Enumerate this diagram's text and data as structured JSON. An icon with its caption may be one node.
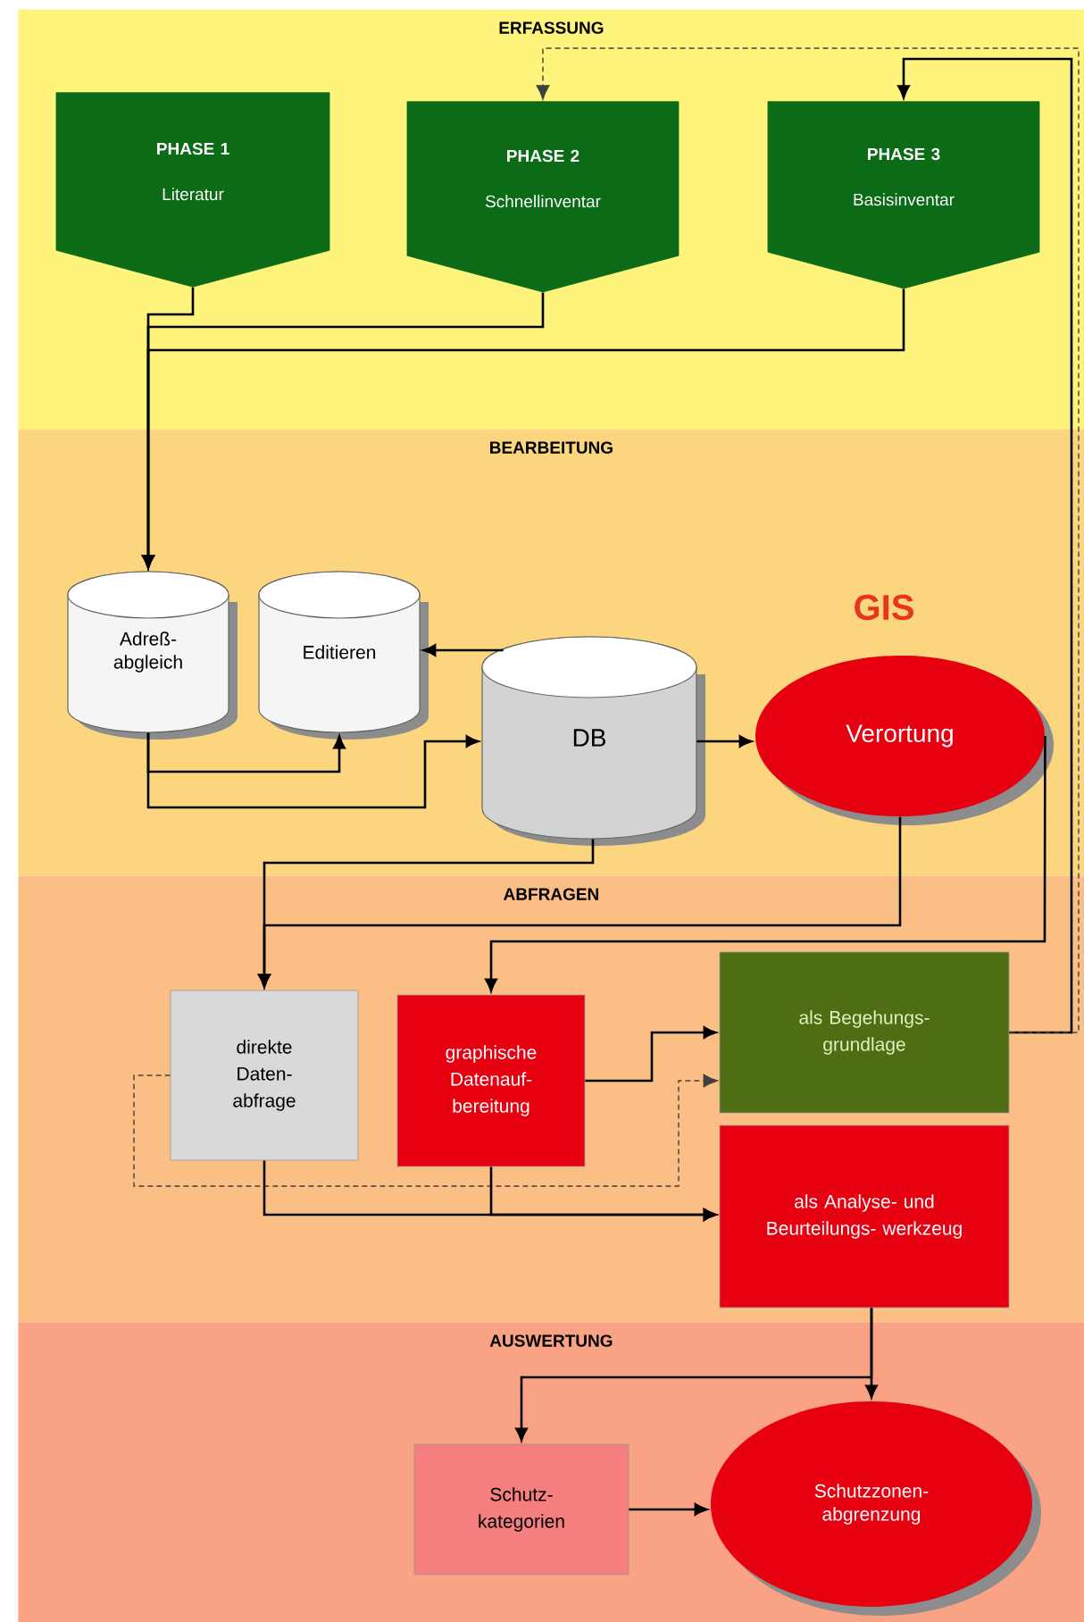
{
  "diagram": {
    "nodes": [
      {
        "text": [
          "ERFASSUNG"
        ]
      },
      {
        "text": [
          "PHASE 1",
          "Literatur"
        ],
        "in": 0
      },
      {
        "text": [
          "PHASE 2",
          "Schnellinventar"
        ],
        "in": 0
      },
      {
        "text": [
          "PHASE 3",
          "Basisinventar"
        ],
        "in": 0
      },
      {
        "text": [
          "BEARBEITUNG"
        ]
      },
      {
        "text": [
          "Adreß- abgleich"
        ],
        "in": 4
      },
      {
        "text": [
          "Editieren"
        ],
        "in": 4
      },
      {
        "text": [
          "DB"
        ],
        "in": 4
      },
      {
        "text": [
          "Verortung"
        ],
        "in": 4
      },
      {
        "text": [
          "ABFRAGEN"
        ]
      },
      {
        "text": [
          "direkte Daten- abfrage"
        ],
        "in": 9
      },
      {
        "text": [
          "graphische Datenauf- bereitung"
        ],
        "in": 9
      },
      {
        "text": [
          "als Begehungs- grundlage"
        ],
        "in": 9
      },
      {
        "text": [
          "als Analyse- und Beurteilungs- werkzeug"
        ],
        "in": 9
      },
      {
        "text": [
          "AUSWERTUNG"
        ]
      },
      {
        "text": [
          "Schutz- kategorien"
        ],
        "in": 14
      },
      {
        "text": [
          "Schutzzonen- abgrenzung"
        ],
        "in": 14
      }
    ],
    "edges": [
      {
        "from": 1,
        "to": 5,
        "arrow": "to"
      },
      {
        "from": 2,
        "to": 5,
        "arrow": "to"
      },
      {
        "from": 3,
        "to": 5,
        "arrow": "to"
      },
      {
        "from": 5,
        "to": 6,
        "arrow": "to"
      },
      {
        "from": 5,
        "to": 7,
        "arrow": "to"
      },
      {
        "from": 7,
        "to": 6,
        "arrow": "to"
      },
      {
        "from": 7,
        "to": 8,
        "arrow": "to"
      },
      {
        "from": 7,
        "to": 10,
        "arrow": "to"
      },
      {
        "from": 8,
        "to": 10,
        "arrow": "to"
      },
      {
        "from": 8,
        "to": 11,
        "arrow": "to"
      },
      {
        "from": 11,
        "to": 12,
        "arrow": "to"
      },
      {
        "from": 10,
        "to": 12,
        "arrow": "to",
        "style": "dashed"
      },
      {
        "from": 10,
        "to": 13,
        "arrow": "to"
      },
      {
        "from": 11,
        "to": 13,
        "arrow": "to"
      },
      {
        "from": 12,
        "to": 3,
        "arrow": "to"
      },
      {
        "from": 12,
        "to": 2,
        "arrow": "to",
        "style": "dashed"
      },
      {
        "from": 13,
        "to": 16,
        "arrow": "to"
      },
      {
        "from": 13,
        "to": 15,
        "arrow": "to"
      },
      {
        "from": 15,
        "to": 16,
        "arrow": "to"
      }
    ],
    "labels": [
      "GIS"
    ]
  }
}
